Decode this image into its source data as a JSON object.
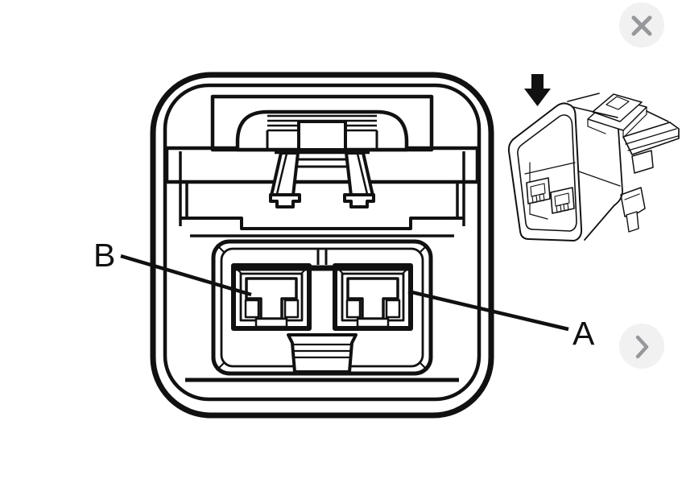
{
  "page": {
    "background_color": "#ffffff",
    "line_color": "#111111"
  },
  "controls": {
    "close": {
      "icon": "close-icon",
      "glyph_color": "#97989b",
      "circle_color": "#f1f1f2"
    },
    "next": {
      "icon": "chevron-right-icon",
      "glyph_color": "#97989b",
      "circle_color": "#f1f1f2"
    }
  },
  "diagram": {
    "subject": "Electrical connector terminal location line drawing",
    "callouts": [
      {
        "text": "B",
        "points_to": "left terminal cavity"
      },
      {
        "text": "A",
        "points_to": "right terminal cavity"
      }
    ],
    "inset": {
      "subject": "connector 3D perspective view",
      "arrow_icon": "down-arrow-icon",
      "arrow_color": "#111111"
    }
  }
}
